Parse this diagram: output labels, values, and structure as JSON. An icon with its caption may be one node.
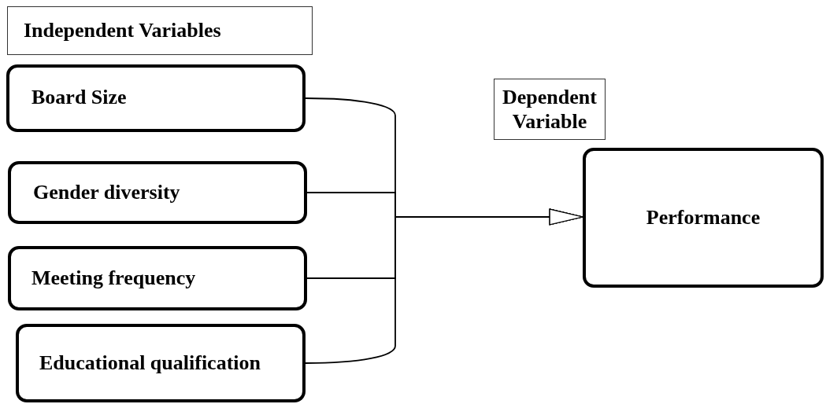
{
  "diagram": {
    "nodes": [
      {
        "text": [
          "Independent Variables"
        ]
      },
      {
        "text": [
          "Board Size"
        ]
      },
      {
        "text": [
          "Gender diversity"
        ]
      },
      {
        "text": [
          "Meeting frequency"
        ]
      },
      {
        "text": [
          "Educational qualification"
        ]
      },
      {
        "text": [
          "Dependent Variable"
        ]
      },
      {
        "text": [
          "Performance"
        ]
      }
    ],
    "edges": [
      {
        "from": 1,
        "to": 6,
        "arrow": "to"
      },
      {
        "from": 2,
        "to": 6,
        "arrow": "to"
      },
      {
        "from": 3,
        "to": 6,
        "arrow": "to"
      },
      {
        "from": 4,
        "to": 6,
        "arrow": "to"
      }
    ]
  }
}
